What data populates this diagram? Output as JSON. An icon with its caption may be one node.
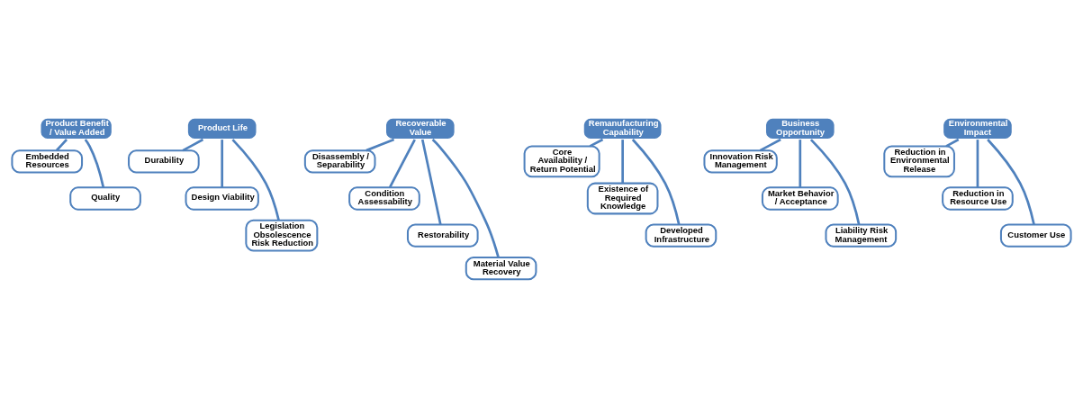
{
  "diagram": {
    "nodes": [
      {
        "text": [
          "Product Benefit / Value Added"
        ]
      },
      {
        "text": [
          "Embedded Resources"
        ]
      },
      {
        "text": [
          "Quality"
        ]
      },
      {
        "text": [
          "Product Life"
        ]
      },
      {
        "text": [
          "Durability"
        ]
      },
      {
        "text": [
          "Design Viability"
        ]
      },
      {
        "text": [
          "Legislation Obsolescence Risk Reduction"
        ]
      },
      {
        "text": [
          "Recoverable Value"
        ]
      },
      {
        "text": [
          "Disassembly / Separability"
        ]
      },
      {
        "text": [
          "Condition Assessability"
        ]
      },
      {
        "text": [
          "Restorability"
        ]
      },
      {
        "text": [
          "Material Value Recovery"
        ]
      },
      {
        "text": [
          "Remanufacturing Capability"
        ]
      },
      {
        "text": [
          "Core Availability / Return Potential"
        ]
      },
      {
        "text": [
          "Existence of Required Knowledge"
        ]
      },
      {
        "text": [
          "Developed Infrastructure"
        ]
      },
      {
        "text": [
          "Business Opportunity"
        ]
      },
      {
        "text": [
          "Innovation Risk Management"
        ]
      },
      {
        "text": [
          "Market Behavior / Acceptance"
        ]
      },
      {
        "text": [
          "Liability Risk Management"
        ]
      },
      {
        "text": [
          "Environmental Impact"
        ]
      },
      {
        "text": [
          "Reduction in Environmental Release"
        ]
      },
      {
        "text": [
          "Reduction in Resource Use"
        ]
      },
      {
        "text": [
          "Customer Use"
        ]
      }
    ],
    "edges": [
      {
        "from": 0,
        "to": 1,
        "arrow": "none"
      },
      {
        "from": 0,
        "to": 2,
        "arrow": "none"
      },
      {
        "from": 3,
        "to": 4,
        "arrow": "none"
      },
      {
        "from": 3,
        "to": 5,
        "arrow": "none"
      },
      {
        "from": 3,
        "to": 6,
        "arrow": "none"
      },
      {
        "from": 7,
        "to": 8,
        "arrow": "none"
      },
      {
        "from": 7,
        "to": 9,
        "arrow": "none"
      },
      {
        "from": 7,
        "to": 10,
        "arrow": "none"
      },
      {
        "from": 7,
        "to": 11,
        "arrow": "none"
      },
      {
        "from": 12,
        "to": 13,
        "arrow": "none"
      },
      {
        "from": 12,
        "to": 14,
        "arrow": "none"
      },
      {
        "from": 12,
        "to": 15,
        "arrow": "none"
      },
      {
        "from": 16,
        "to": 17,
        "arrow": "none"
      },
      {
        "from": 16,
        "to": 18,
        "arrow": "none"
      },
      {
        "from": 16,
        "to": 19,
        "arrow": "none"
      },
      {
        "from": 20,
        "to": 21,
        "arrow": "none"
      },
      {
        "from": 20,
        "to": 22,
        "arrow": "none"
      },
      {
        "from": 20,
        "to": 23,
        "arrow": "none"
      }
    ]
  }
}
